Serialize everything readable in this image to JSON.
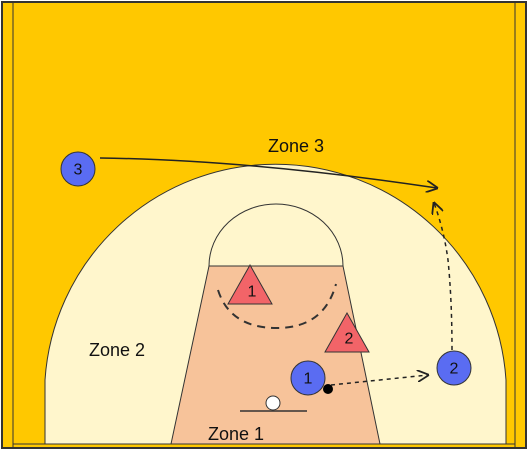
{
  "colors": {
    "court_background": "#ffc800",
    "border": "#333333",
    "inside_arc_zone": "#fff6cc",
    "paint_zone": "#f7c39a",
    "offense_player": "#5a6cf2",
    "defense_player": "#f26468",
    "ball": "#000000"
  },
  "zones": {
    "zone1": "Zone 1",
    "zone2": "Zone 2",
    "zone3": "Zone 3"
  },
  "offense": [
    {
      "number": "1"
    },
    {
      "number": "2"
    },
    {
      "number": "3"
    }
  ],
  "defense": [
    {
      "number": "1"
    },
    {
      "number": "2"
    }
  ],
  "icons": {
    "offense_marker": "circle",
    "defense_marker": "triangle",
    "ball": "small-black-dot",
    "basket": "hoop-circle"
  }
}
